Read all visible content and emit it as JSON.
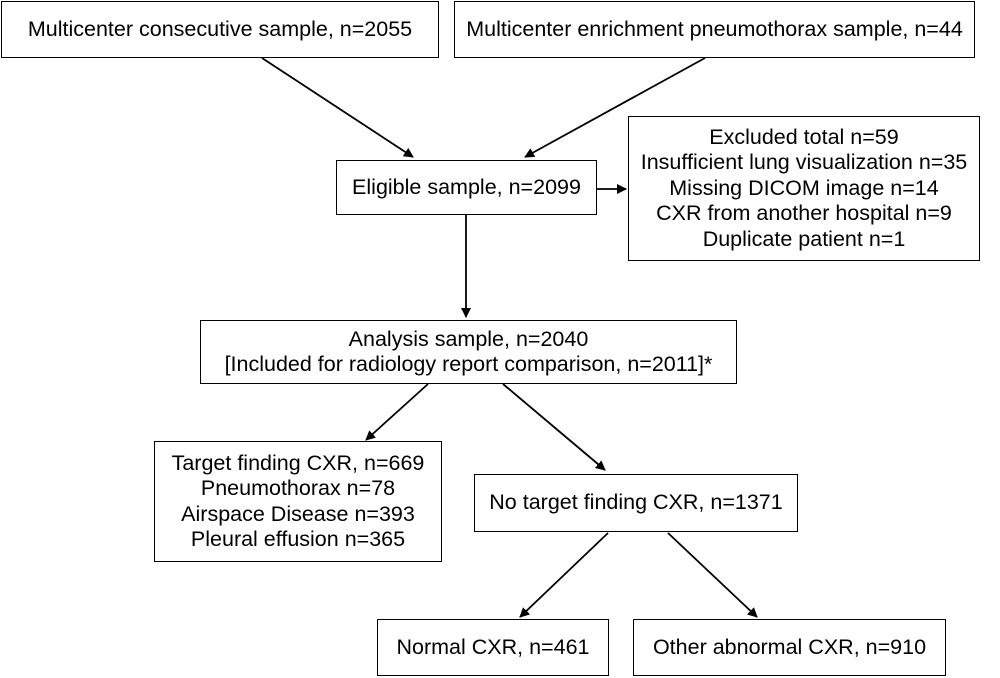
{
  "flowchart": {
    "consecutive": {
      "lines": [
        "Multicenter consecutive sample, n=2055"
      ]
    },
    "enrichment": {
      "lines": [
        "Multicenter enrichment pneumothorax sample, n=44"
      ]
    },
    "eligible": {
      "lines": [
        "Eligible sample, n=2099"
      ]
    },
    "excluded": {
      "lines": [
        "Excluded total n=59",
        "Insufficient lung visualization n=35",
        "Missing DICOM image n=14",
        "CXR from another hospital n=9",
        "Duplicate patient n=1"
      ]
    },
    "analysis": {
      "lines": [
        "Analysis sample, n=2040",
        "[Included for radiology report comparison, n=2011]*"
      ]
    },
    "target": {
      "lines": [
        "Target finding CXR, n=669",
        "Pneumothorax n=78",
        "Airspace Disease n=393",
        "Pleural effusion n=365"
      ]
    },
    "no_target": {
      "lines": [
        "No target finding CXR, n=1371"
      ]
    },
    "normal": {
      "lines": [
        "Normal CXR, n=461"
      ]
    },
    "other_abnormal": {
      "lines": [
        "Other abnormal CXR, n=910"
      ]
    }
  }
}
